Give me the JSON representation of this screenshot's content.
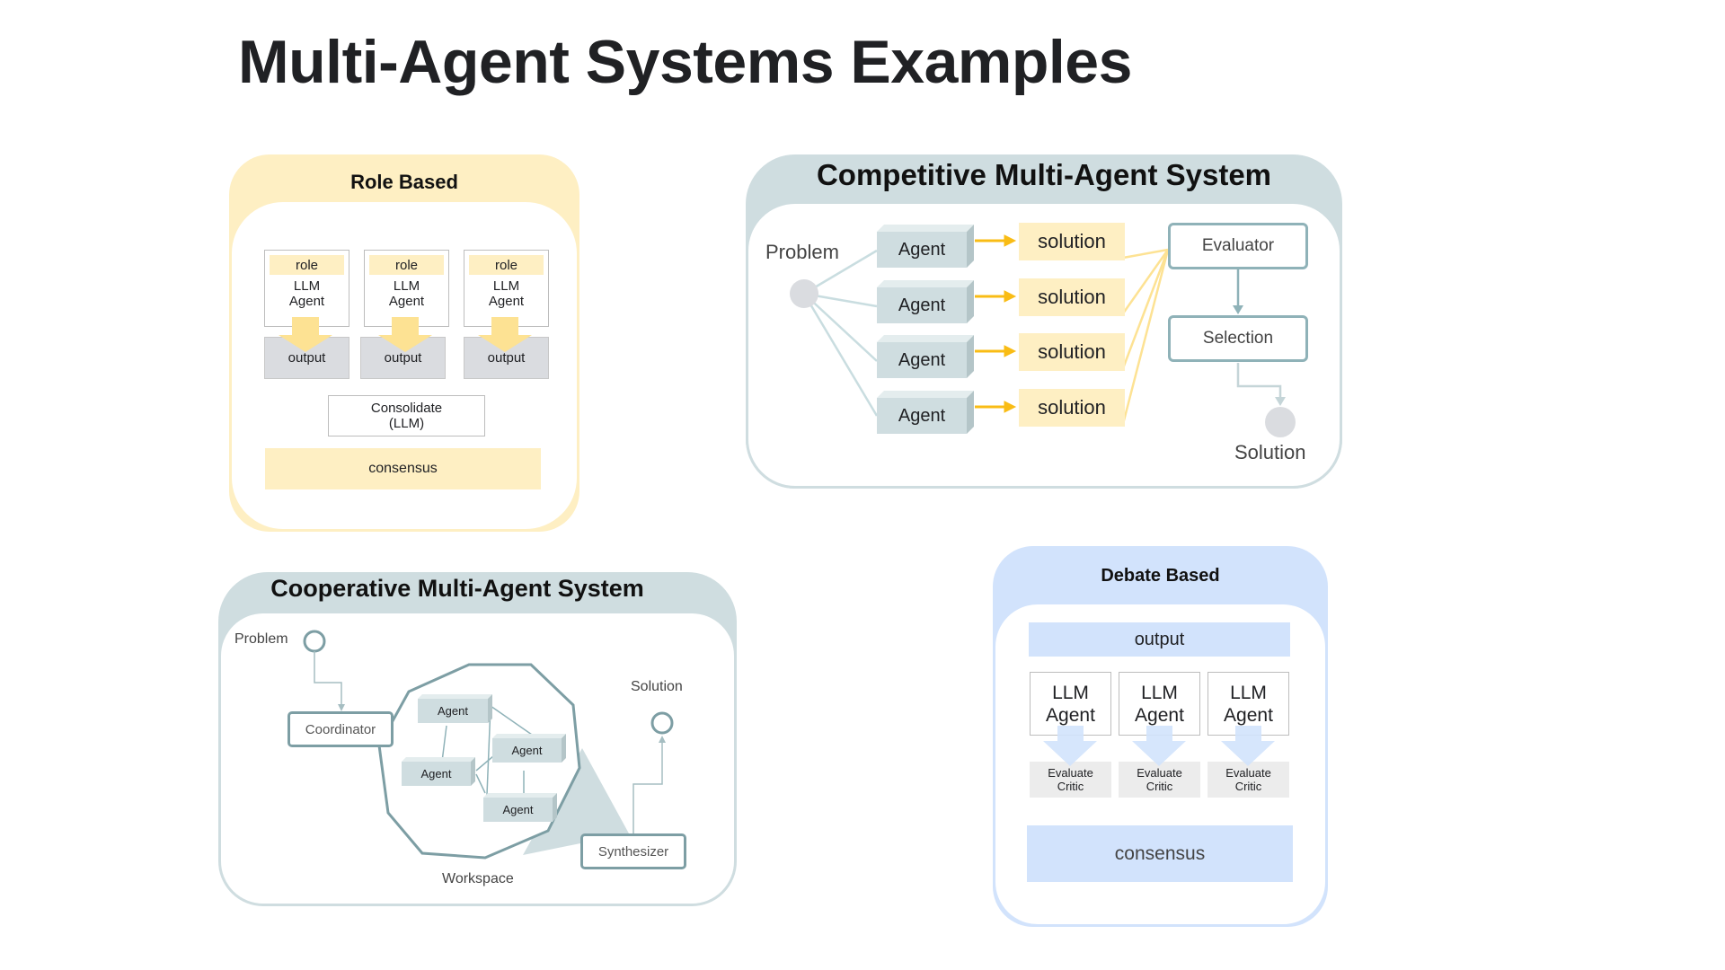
{
  "title": "Multi-Agent Systems Examples",
  "colors": {
    "yellow": "#feefc3",
    "teal": "#cfdde0",
    "blue": "#d2e3fc",
    "arrow_yellow": "#f9bc15"
  },
  "role_based": {
    "title": "Role Based",
    "agents": [
      {
        "role": "role",
        "agent": "LLM Agent",
        "output": "output"
      },
      {
        "role": "role",
        "agent": "LLM Agent",
        "output": "output"
      },
      {
        "role": "role",
        "agent": "LLM Agent",
        "output": "output"
      }
    ],
    "consolidate": "Consolidate (LLM)",
    "consensus": "consensus"
  },
  "competitive": {
    "title": "Competitive Multi-Agent System",
    "problem": "Problem",
    "agents": [
      "Agent",
      "Agent",
      "Agent",
      "Agent"
    ],
    "solutions": [
      "solution",
      "solution",
      "solution",
      "solution"
    ],
    "evaluator": "Evaluator",
    "selection": "Selection",
    "solution": "Solution"
  },
  "cooperative": {
    "title": "Cooperative Multi-Agent System",
    "problem": "Problem",
    "coordinator": "Coordinator",
    "agents": [
      "Agent",
      "Agent",
      "Agent",
      "Agent"
    ],
    "workspace": "Workspace",
    "solution": "Solution",
    "synthesizer": "Synthesizer"
  },
  "debate": {
    "title": "Debate Based",
    "output": "output",
    "agents": [
      {
        "agent": "LLM Agent",
        "critic": "Evaluate Critic"
      },
      {
        "agent": "LLM Agent",
        "critic": "Evaluate Critic"
      },
      {
        "agent": "LLM Agent",
        "critic": "Evaluate Critic"
      }
    ],
    "consensus": "consensus"
  }
}
